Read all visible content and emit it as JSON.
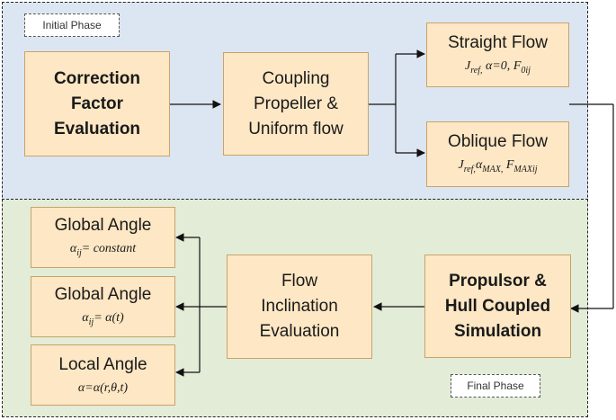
{
  "phases": {
    "initial_label": "Initial Phase",
    "final_label": "Final Phase"
  },
  "nodes": {
    "correction": {
      "lines": [
        "Correction",
        "Factor",
        "Evaluation"
      ]
    },
    "coupling": {
      "lines": [
        "Coupling",
        "Propeller &",
        "Uniform flow"
      ]
    },
    "straight": {
      "title": "Straight Flow",
      "param_j": "J",
      "param_j_sub": "ref,",
      "param_alpha": " α=0,",
      "param_f": " F",
      "param_f_sub": "0ij"
    },
    "oblique": {
      "title": "Oblique Flow",
      "param_j": "J",
      "param_j_sub": "ref,",
      "param_alpha": "α",
      "param_alpha_sub": "MAX,",
      "param_f": " F",
      "param_f_sub": "MAXij"
    },
    "propulsor": {
      "lines": [
        "Propulsor &",
        "Hull Coupled",
        "Simulation"
      ]
    },
    "inclination": {
      "lines": [
        "Flow",
        "Inclination",
        "Evaluation"
      ]
    },
    "global1": {
      "title": "Global Angle",
      "sym": "α",
      "sym_sub": "ij",
      "eq": "= constant"
    },
    "global2": {
      "title": "Global Angle",
      "sym": "α",
      "sym_sub": "ij",
      "eq": "= α(t)"
    },
    "local": {
      "title": "Local Angle",
      "eq": "α=α(r,θ,t)"
    }
  },
  "colors": {
    "initial_bg": "#dce6f2",
    "final_bg": "#e3ecd7",
    "node_fill": "#fde7c4",
    "node_border": "#c8a36a"
  }
}
